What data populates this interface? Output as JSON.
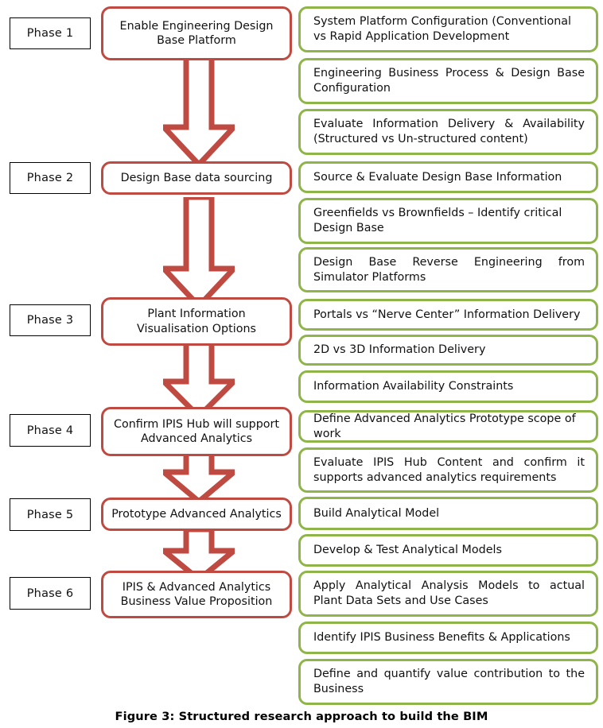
{
  "figure": {
    "caption": "Figure 3: Structured research approach to build the BIM",
    "colors": {
      "phase_border": "#bf4a42",
      "activity_border": "#8fb54a",
      "label_border": "#000000",
      "background": "#ffffff",
      "text": "#111111"
    }
  },
  "phases": [
    {
      "label": "Phase 1",
      "title": "Enable Engineering Design Base Platform",
      "activities": [
        "System Platform Configuration (Conventional vs Rapid Application Development",
        "Engineering Business Process & Design Base Configuration",
        "Evaluate Information Delivery & Availability (Structured vs Un-structured content)"
      ]
    },
    {
      "label": "Phase 2",
      "title": "Design Base data sourcing",
      "activities": [
        "Source & Evaluate Design Base Information",
        "Greenfields vs Brownfields – Identify critical Design Base",
        "Design Base Reverse Engineering from Simulator Platforms"
      ]
    },
    {
      "label": "Phase 3",
      "title": "Plant Information Visualisation Options",
      "activities": [
        "Portals vs “Nerve Center” Information Delivery",
        "2D vs 3D Information Delivery",
        "Information Availability Constraints"
      ]
    },
    {
      "label": "Phase 4",
      "title": "Confirm IPIS Hub will support Advanced Analytics",
      "activities": [
        "Define Advanced Analytics Prototype scope of work",
        "Evaluate IPIS Hub Content and confirm it supports advanced analytics requirements"
      ]
    },
    {
      "label": "Phase 5",
      "title": "Prototype Advanced Analytics",
      "activities": [
        "Build Analytical Model",
        "Develop & Test Analytical Models"
      ]
    },
    {
      "label": "Phase 6",
      "title": "IPIS & Advanced Analytics Business Value Proposition",
      "activities": [
        "Apply Analytical Analysis Models to actual Plant Data Sets and Use Cases",
        "Identify IPIS Business Benefits & Applications",
        "Define and quantify value contribution to the Business"
      ]
    }
  ],
  "flow_arrows": [
    {
      "from": "Phase 1",
      "to": "Phase 2",
      "direction": "down"
    },
    {
      "from": "Phase 2",
      "to": "Phase 3",
      "direction": "down"
    },
    {
      "from": "Phase 3",
      "to": "Phase 4",
      "direction": "down"
    },
    {
      "from": "Phase 4",
      "to": "Phase 5",
      "direction": "down"
    },
    {
      "from": "Phase 5",
      "to": "Phase 6",
      "direction": "down"
    }
  ]
}
